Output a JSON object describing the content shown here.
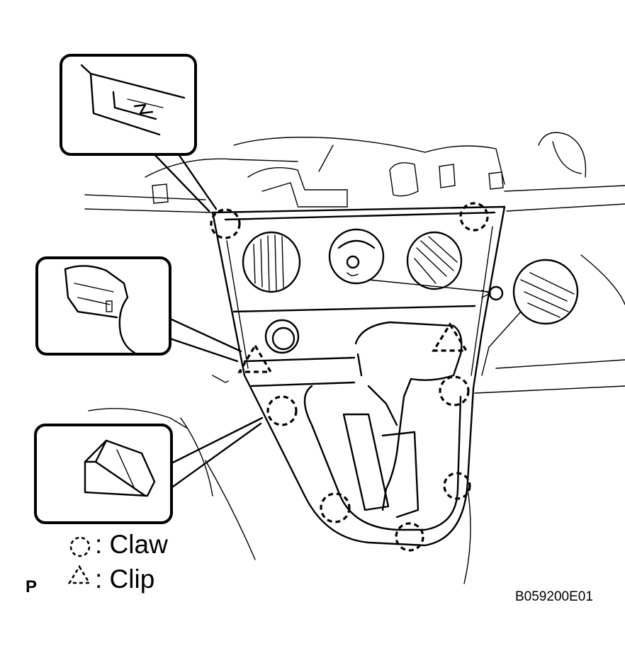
{
  "legend": {
    "claw_label": ": Claw",
    "clip_label": ": Clip",
    "claw_symbol": "dashed-circle",
    "clip_symbol": "dashed-triangle"
  },
  "corner_mark": "P",
  "figure_code": "B059200E01",
  "colors": {
    "line": "#000000",
    "background": "#ffffff"
  }
}
